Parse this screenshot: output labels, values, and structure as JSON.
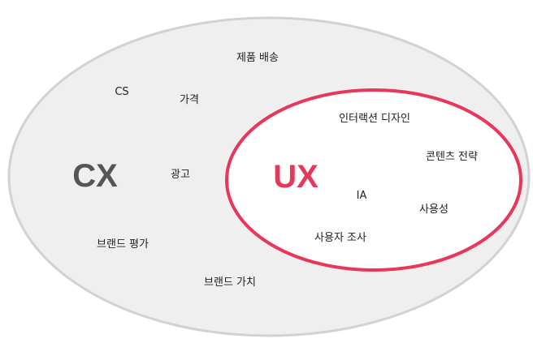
{
  "colors": {
    "cx_fill": "#efefef",
    "cx_stroke": "#d2d2d2",
    "ux_fill": "#ffffff",
    "ux_stroke": "#e8375a",
    "cx_text": "#555555",
    "ux_text": "#e8375a"
  },
  "cx": {
    "title": "CX",
    "items": [
      "제품 배송",
      "CS",
      "가격",
      "광고",
      "브랜드 평가",
      "브랜드 가치"
    ]
  },
  "ux": {
    "title": "UX",
    "items": [
      "인터랙션 디자인",
      "콘텐츠 전략",
      "IA",
      "사용성",
      "사용자 조사"
    ]
  }
}
